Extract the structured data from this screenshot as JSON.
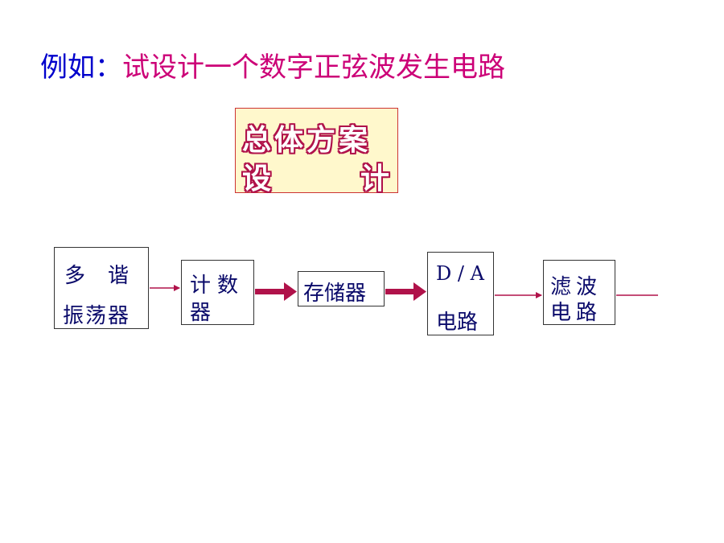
{
  "title": {
    "prefix": "例如：",
    "main": "试设计一个数字正弦波发生电路"
  },
  "plan_box": {
    "line1": "总体方案",
    "line2_left": "设",
    "line2_right": "计"
  },
  "blocks": {
    "oscillator": {
      "line1": "多谐",
      "line2": "振荡器"
    },
    "counter": {
      "line1": "计数",
      "line2": "器"
    },
    "memory": {
      "line1": "存储器"
    },
    "da": {
      "line1": "D / A",
      "line2": "电路"
    },
    "filter": {
      "line1": "滤波",
      "line2": "电路"
    }
  },
  "colors": {
    "title_prefix": "#0000cc",
    "title_main": "#cc0077",
    "arrow": "#b0124a",
    "block_text": "#0a0a6a",
    "plan_box_fill": "#fff8cc"
  }
}
